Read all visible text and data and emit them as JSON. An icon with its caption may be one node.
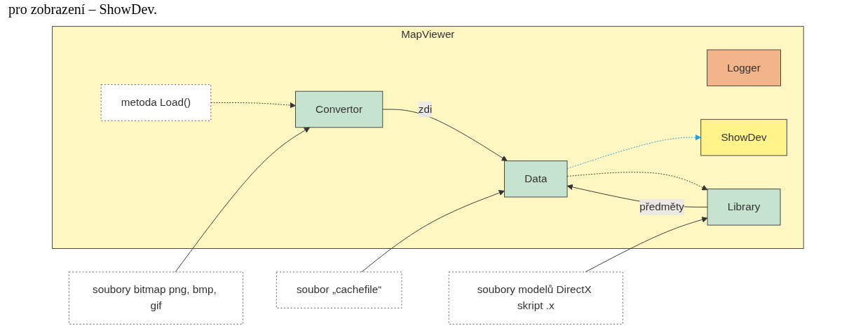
{
  "diagram": {
    "nodes": [
      {
        "text": [
          "soubor „cachefile“"
        ]
      },
      {
        "text": [
          "MapViewer"
        ]
      },
      {
        "text": [
          "metoda Load()"
        ],
        "in": 1
      },
      {
        "text": [
          "Data"
        ],
        "in": 1
      },
      {
        "text": [
          "Logger"
        ],
        "in": 1
      },
      {
        "text": [
          "ShowDev"
        ],
        "in": 1
      },
      {
        "text": [
          "Convertor"
        ],
        "in": 1
      },
      {
        "text": [
          "Library"
        ],
        "in": 1
      },
      {
        "text": [
          "soubory bitmap png, bmp, gif"
        ]
      },
      {
        "text": [
          "soubory modelů DirectX skript .x"
        ]
      }
    ],
    "edges": [
      {
        "from": 0,
        "to": 3,
        "arrow": "to"
      },
      {
        "from": 2,
        "to": 6,
        "arrow": "to",
        "style": "dashed"
      },
      {
        "from": 3,
        "to": 5,
        "arrow": "to",
        "style": "dashed",
        "color": "#1ba1e2"
      },
      {
        "from": 6,
        "to": 3,
        "arrow": "to",
        "label": "zdi"
      },
      {
        "from": 3,
        "to": 7,
        "arrow": "to",
        "style": "dashed"
      },
      {
        "from": 7,
        "to": 3,
        "arrow": "to",
        "label": "předměty"
      },
      {
        "from": 8,
        "to": 6,
        "arrow": "to"
      },
      {
        "from": 9,
        "to": 7,
        "arrow": "to"
      }
    ],
    "labels": [
      "pro zobrazení – ShowDev."
    ]
  }
}
